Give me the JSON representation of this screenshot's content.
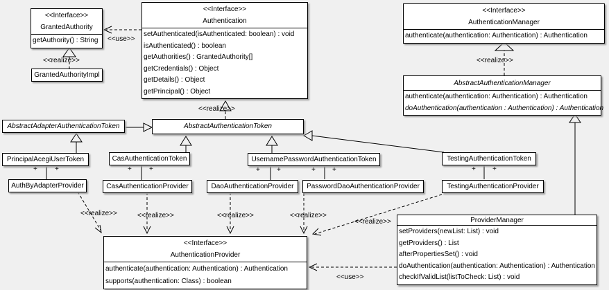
{
  "colors": {
    "background": "#f0f0f0",
    "box_fill": "#ffffff",
    "border": "#000000",
    "shadow": "#9b9b9b"
  },
  "labels": {
    "realize": "<<realize>>",
    "use": "<<use>>",
    "plus": "+"
  },
  "classes": {
    "granted_authority": {
      "stereotype": "<<Interface>>",
      "name": "GrantedAuthority",
      "methods": [
        "getAuthority() : String"
      ]
    },
    "granted_authority_impl": {
      "name": "GrantedAuthorityImpl"
    },
    "authentication": {
      "stereotype": "<<Interface>>",
      "name": "Authentication",
      "methods": [
        "setAuthenticated(isAuthenticated: boolean) : void",
        "isAuthenticated() : boolean",
        "getAuthorities() : GrantedAuthority[]",
        "getCredentials() : Object",
        "getDetails() : Object",
        "getPrincipal() : Object"
      ]
    },
    "authentication_manager": {
      "stereotype": "<<Interface>>",
      "name": "AuthenticationManager",
      "methods": [
        "authenticate(authentication: Authentication) : Authentication"
      ]
    },
    "abstract_authentication_manager": {
      "name": "AbstractAuthenticationManager",
      "methods": [
        "authenticate(authentication: Authentication) : Authentication",
        "doAuthentication(authentication : Authentication) : Authentication"
      ]
    },
    "abstract_adapter_authentication_token": {
      "name": "AbstractAdapterAuthenticationToken"
    },
    "abstract_authentication_token": {
      "name": "AbstractAuthenticationToken"
    },
    "principal_acegi_user_token": {
      "name": "PrincipalAcegiUserToken"
    },
    "cas_authentication_token": {
      "name": "CasAuthenticationToken"
    },
    "username_password_authentication_token": {
      "name": "UsernamePasswordAuthenticationToken"
    },
    "testing_authentication_token": {
      "name": "TestingAuthenticationToken"
    },
    "auth_by_adapter_provider": {
      "name": "AuthByAdapterProvider"
    },
    "cas_authentication_provider": {
      "name": "CasAuthenticationProvider"
    },
    "dao_authentication_provider": {
      "name": "DaoAuthenticationProvider"
    },
    "password_dao_authentication_provider": {
      "name": "PasswordDaoAuthenticationProvider"
    },
    "testing_authentication_provider": {
      "name": "TestingAuthenticationProvider"
    },
    "authentication_provider": {
      "stereotype": "<<Interface>>",
      "name": "AuthenticationProvider",
      "methods": [
        "authenticate(authentication: Authentication) : Authentication",
        "supports(authentication: Class) : boolean"
      ]
    },
    "provider_manager": {
      "name": "ProviderManager",
      "methods": [
        "setProviders(newList: List) : void",
        "getProviders() : List",
        "afterPropertiesSet() : void",
        "doAuthentication(authentication: Authentication) : Authentication",
        "checkIfValidList(listToCheck: List) : void"
      ]
    }
  }
}
